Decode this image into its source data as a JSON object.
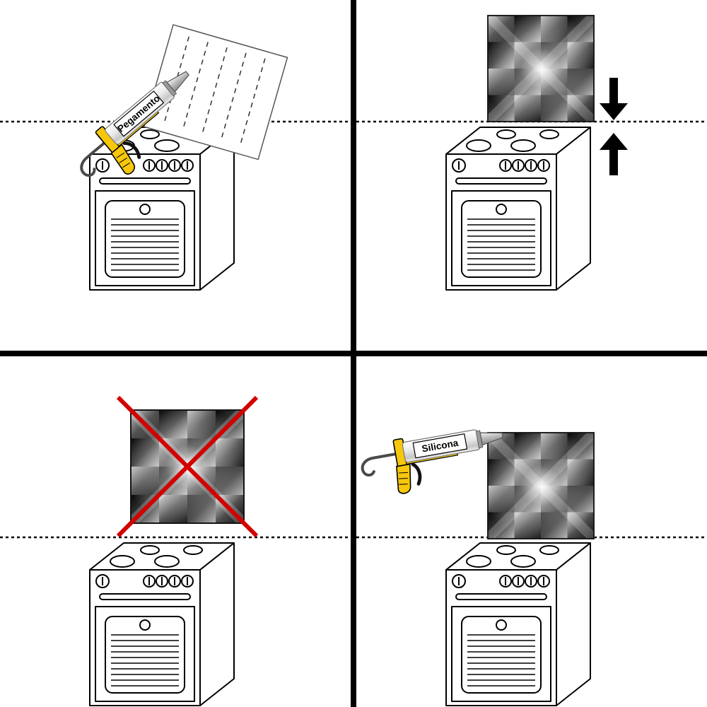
{
  "labels": {
    "glue_gun": "Pegamento",
    "silicone_gun": "Silicona"
  },
  "colors": {
    "gun_yellow": "#F6C70A",
    "warning_red": "#D40000",
    "ink": "#000000",
    "paper": "#FFFFFF",
    "panel_dark": "#0D0D0D"
  },
  "icons": {
    "step1": [
      "caulk-gun-icon",
      "glue-card-icon",
      "stove-icon",
      "wall-dashed-line"
    ],
    "step2": [
      "metal-panel-icon",
      "press-arrows-icon",
      "stove-icon",
      "wall-dashed-line"
    ],
    "step3": [
      "metal-panel-icon",
      "red-cross-icon",
      "stove-icon",
      "wall-dashed-line"
    ],
    "step4": [
      "caulk-gun-icon",
      "metal-panel-icon",
      "stove-icon",
      "wall-dashed-line"
    ]
  }
}
